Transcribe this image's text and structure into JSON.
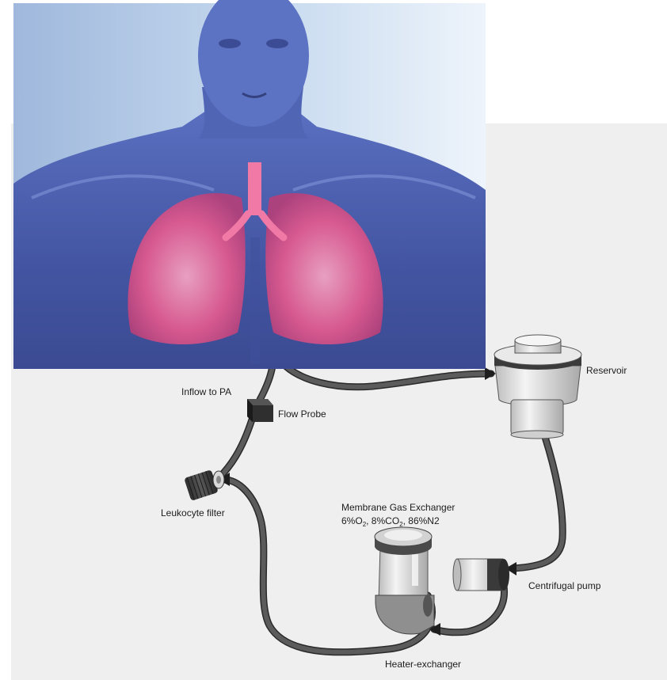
{
  "labels": {
    "inflow": "Inflow to PA",
    "flow_probe": "Flow Probe",
    "reservoir": "Reservoir",
    "leukocyte_filter": "Leukocyte filter",
    "membrane_title": "Membrane Gas Exchanger",
    "gas_o2_value": "6%O",
    "gas_o2_sub": "2",
    "gas_co2_value": ", 8%CO",
    "gas_co2_sub": "2",
    "gas_n2": ", 86%N2",
    "centrifugal_pump": "Centrifugal pump",
    "heater_exchanger": "Heater-exchanger"
  },
  "colors": {
    "panel_bg": "#efefef",
    "tube": "#4a4a4a",
    "torso_bg_left": "#bcd3ea",
    "torso_skin": "#4f62ad",
    "lungs": "#e64c86"
  }
}
